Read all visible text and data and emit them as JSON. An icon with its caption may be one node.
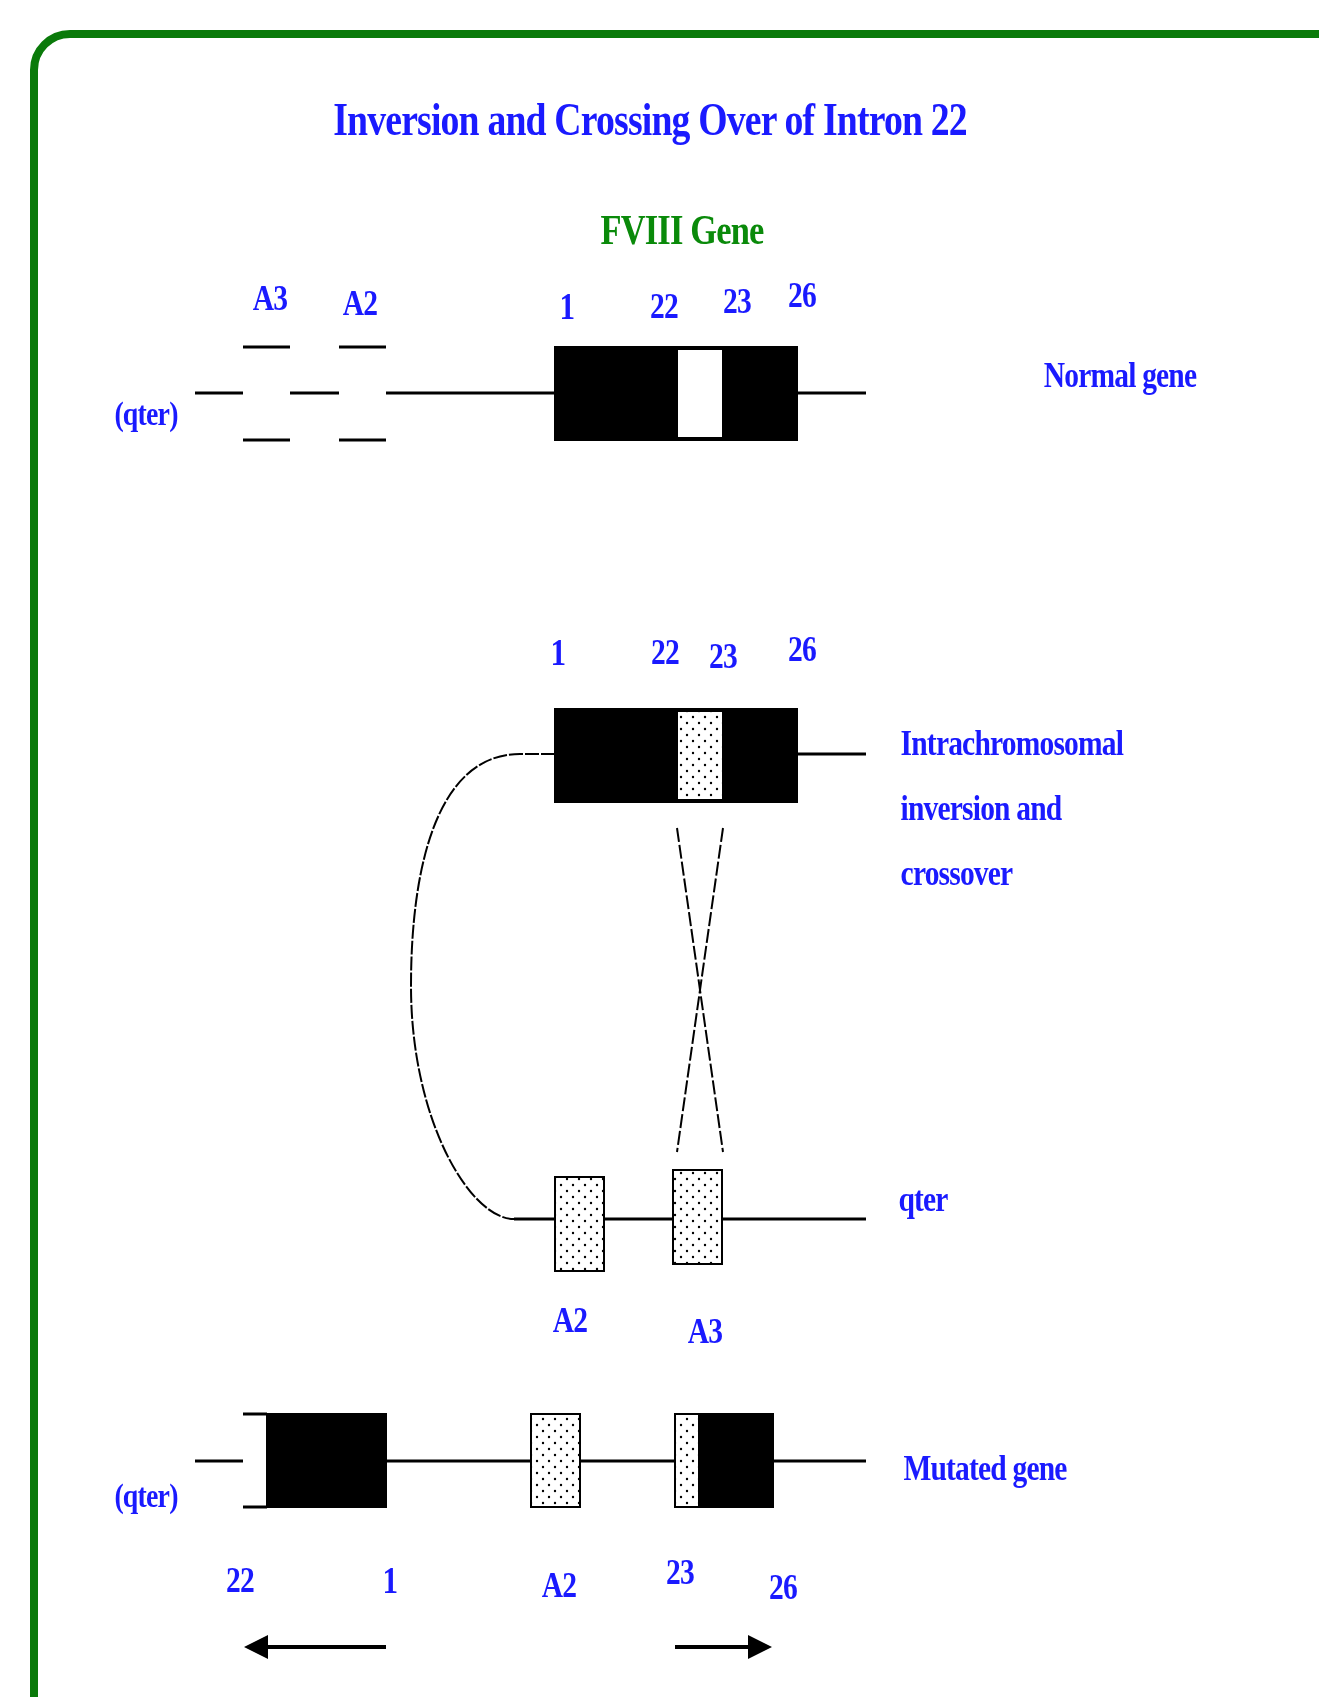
{
  "diagram": {
    "title": "Inversion and Crossing Over of Intron 22",
    "labels": [
      "FVIII Gene",
      "A3",
      "A2",
      "1",
      "22",
      "23",
      "26",
      "(qter)",
      "Normal gene",
      "1",
      "22",
      "23",
      "26",
      "Intrachromosomal inversion and crossover",
      "qter",
      "A2",
      "A3",
      "(qter)",
      "Mutated gene",
      "22",
      "1",
      "A2",
      "23",
      "26"
    ]
  }
}
